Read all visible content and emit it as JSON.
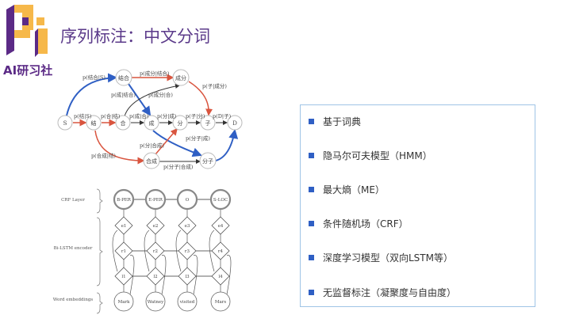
{
  "title": "序列标注：中文分词",
  "brand": "AI研习社",
  "lattice": {
    "nodes": {
      "S": "S",
      "jie": "结",
      "he": "合",
      "cheng": "成",
      "fen": "分",
      "zi": "子",
      "D": "D",
      "jiehe": "结合",
      "chengfen": "成分",
      "hecheng": "合成",
      "fenzi": "分子"
    },
    "edges": [
      "p(结合|S)",
      "p(成分|结合)",
      "p(子|成分)",
      "p(成|结合)",
      "p(成分|合)",
      "p(结|S)",
      "p(合|结)",
      "p(成|合)",
      "p(分|成)",
      "p(子|分)",
      "p(D|子)",
      "p(分子|成)",
      "p(分|合成)",
      "p(合成|结)",
      "p(分子|合成)"
    ]
  },
  "lstm": {
    "layers": [
      "CRF Layer",
      "Bi-LSTM encoder",
      "Word embeddings"
    ],
    "tags": [
      "B-PER",
      "E-PER",
      "O",
      "S-LOC"
    ],
    "e": [
      "e1",
      "e2",
      "e3",
      "e4"
    ],
    "r": [
      "r1",
      "r2",
      "r3",
      "r4"
    ],
    "l": [
      "l1",
      "l2",
      "l3",
      "l4"
    ],
    "words": [
      "Mark",
      "Watney",
      "visited",
      "Mars"
    ]
  },
  "methods": [
    "基于词典",
    "隐马尔可夫模型（HMM）",
    "最大熵（ME）",
    "条件随机场（CRF）",
    "深度学习模型（双向LSTM等）",
    "无监督标注（凝聚度与自由度）"
  ],
  "colors": {
    "accent": "#2f5fc4",
    "red": "#d9553f",
    "purple": "#5b3a8a"
  }
}
